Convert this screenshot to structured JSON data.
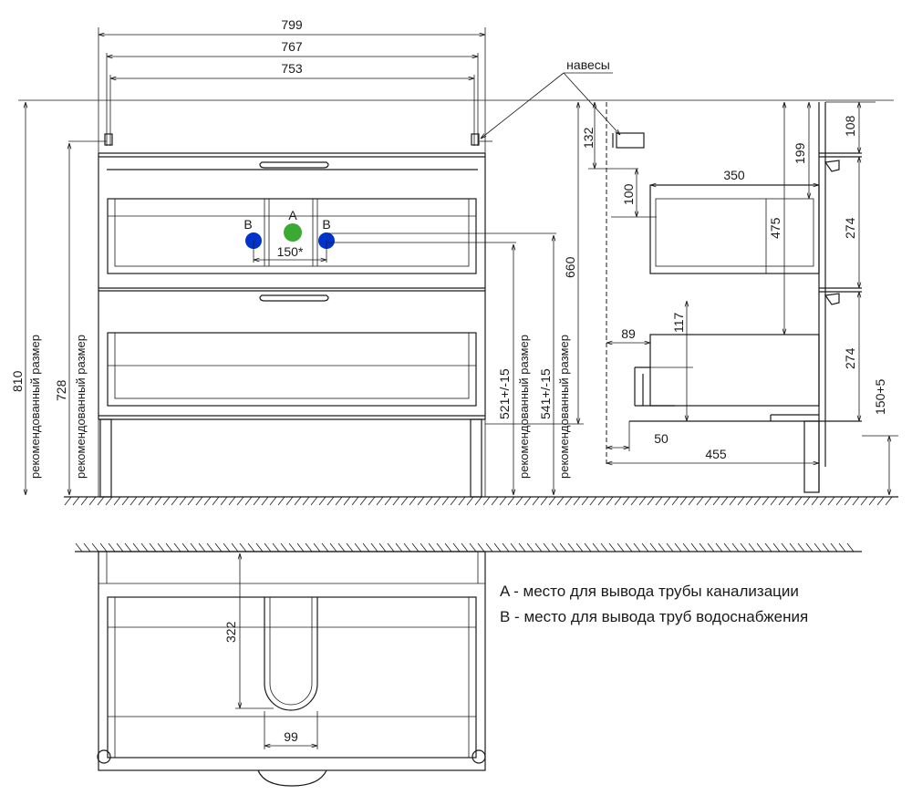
{
  "dimensions": {
    "width_799": "799",
    "width_767": "767",
    "width_753": "753",
    "height_810": "810",
    "height_728": "728",
    "height_132": "132",
    "height_100": "100",
    "height_660": "660",
    "h_521": "521+/-15",
    "h_541": "541+/-15",
    "d_150": "150*",
    "depth_350": "350",
    "depth_475": "475",
    "d_199": "199",
    "d_108": "108",
    "d_274a": "274",
    "d_274b": "274",
    "d_117": "117",
    "d_89": "89",
    "d_50": "50",
    "d_455": "455",
    "d_150_5": "150+5",
    "d_322": "322",
    "d_99": "99"
  },
  "labels": {
    "recommended_size": "рекомендованный размер",
    "hinges": "навесы",
    "point_a": "A",
    "point_b": "B"
  },
  "legend": {
    "a": "A - место для вывода трубы канализации",
    "b": "B - место для вывода труб водоснабжения"
  },
  "colors": {
    "point_a": "#3aaa35",
    "point_b": "#0033cc"
  }
}
